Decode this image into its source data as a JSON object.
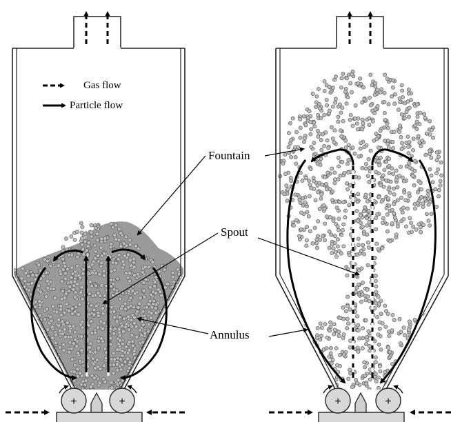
{
  "legend": {
    "gas_flow": "Gas flow",
    "particle_flow": "Particle flow"
  },
  "labels": {
    "fountain": "Fountain",
    "spout": "Spout",
    "annulus": "Annulus"
  },
  "panels": [
    {
      "name": "left-spouted-bed"
    },
    {
      "name": "right-spouted-bed"
    }
  ],
  "rotor_symbol": "+",
  "colors": {
    "particle_fill": "#bdbdbd",
    "particle_stroke": "#5a5a5a",
    "bed_dense": "#8a8a8a",
    "wall": "#2b2b2b"
  }
}
